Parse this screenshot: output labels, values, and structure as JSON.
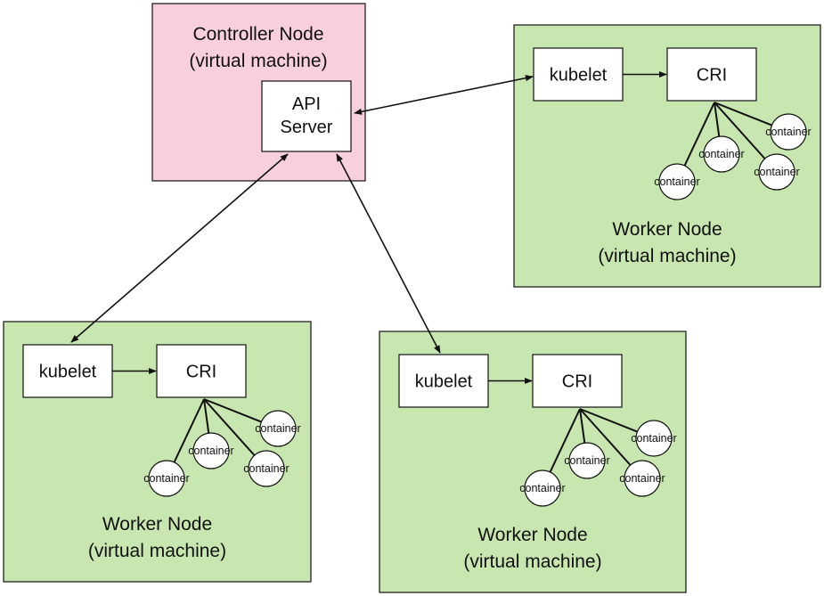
{
  "colors": {
    "controller_fill": "#f8d0dd",
    "worker_fill": "#c8e6b0",
    "box_fill": "#ffffff",
    "stroke": "#111111"
  },
  "controller": {
    "title_line1": "Controller Node",
    "title_line2": "(virtual machine)",
    "api_line1": "API",
    "api_line2": "Server"
  },
  "workers": [
    {
      "id": "top-right",
      "kubelet": "kubelet",
      "cri": "CRI",
      "title_line1": "Worker Node",
      "title_line2": "(virtual machine)",
      "containers": [
        "container",
        "container",
        "container",
        "container"
      ]
    },
    {
      "id": "bottom-left",
      "kubelet": "kubelet",
      "cri": "CRI",
      "title_line1": "Worker Node",
      "title_line2": "(virtual machine)",
      "containers": [
        "container",
        "container",
        "container",
        "container"
      ]
    },
    {
      "id": "bottom-middle",
      "kubelet": "kubelet",
      "cri": "CRI",
      "title_line1": "Worker Node",
      "title_line2": "(virtual machine)",
      "containers": [
        "container",
        "container",
        "container",
        "container"
      ]
    }
  ],
  "connections": [
    {
      "from": "API Server",
      "to": "kubelet (top-right worker)",
      "direction": "bidirectional"
    },
    {
      "from": "API Server",
      "to": "kubelet (bottom-left worker)",
      "direction": "bidirectional"
    },
    {
      "from": "API Server",
      "to": "kubelet (bottom-middle worker)",
      "direction": "bidirectional"
    },
    {
      "from": "kubelet",
      "to": "CRI",
      "direction": "forward"
    },
    {
      "from": "CRI",
      "to": "container",
      "direction": "none"
    }
  ]
}
